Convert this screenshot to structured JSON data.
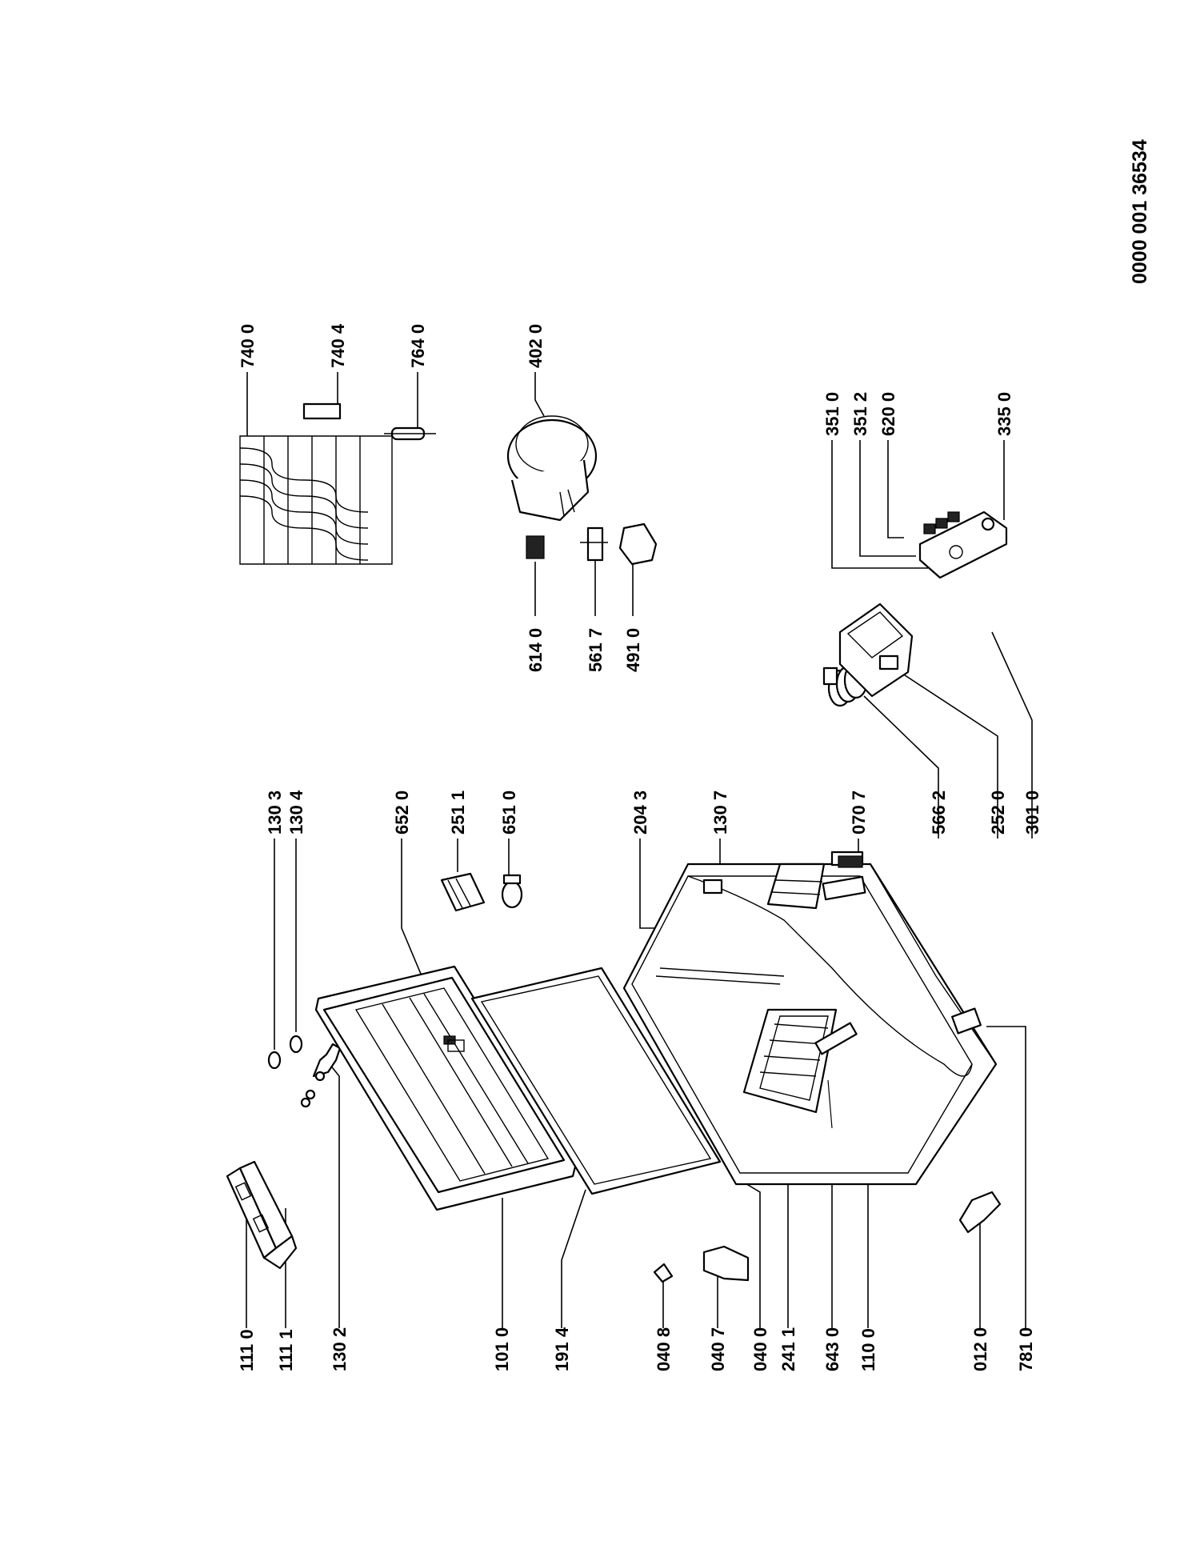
{
  "document_id": "0000 001 36534",
  "parts": [
    {
      "id": "p1110",
      "label": "111 0"
    },
    {
      "id": "p1111",
      "label": "111 1"
    },
    {
      "id": "p1302",
      "label": "130 2"
    },
    {
      "id": "p1010",
      "label": "101 0"
    },
    {
      "id": "p1914",
      "label": "191 4"
    },
    {
      "id": "p0408",
      "label": "040 8"
    },
    {
      "id": "p0407",
      "label": "040 7"
    },
    {
      "id": "p0400",
      "label": "040 0"
    },
    {
      "id": "p2411",
      "label": "241 1"
    },
    {
      "id": "p6430",
      "label": "643 0"
    },
    {
      "id": "p1100",
      "label": "110 0"
    },
    {
      "id": "p0120",
      "label": "012 0"
    },
    {
      "id": "p7810",
      "label": "781 0"
    },
    {
      "id": "p1303",
      "label": "130 3"
    },
    {
      "id": "p1304",
      "label": "130 4"
    },
    {
      "id": "p6520",
      "label": "652 0"
    },
    {
      "id": "p2511",
      "label": "251 1"
    },
    {
      "id": "p6510",
      "label": "651 0"
    },
    {
      "id": "p2043",
      "label": "204 3"
    },
    {
      "id": "p1307",
      "label": "130 7"
    },
    {
      "id": "p0707",
      "label": "070 7"
    },
    {
      "id": "p5662",
      "label": "566 2"
    },
    {
      "id": "p2520",
      "label": "252 0"
    },
    {
      "id": "p3010",
      "label": "301 0"
    },
    {
      "id": "p6140",
      "label": "614 0"
    },
    {
      "id": "p5617",
      "label": "561 7"
    },
    {
      "id": "p4910",
      "label": "491 0"
    },
    {
      "id": "p7400",
      "label": "740 0"
    },
    {
      "id": "p7404",
      "label": "740 4"
    },
    {
      "id": "p7640",
      "label": "764 0"
    },
    {
      "id": "p4020",
      "label": "402 0"
    },
    {
      "id": "p3510",
      "label": "351 0"
    },
    {
      "id": "p3512",
      "label": "351 2"
    },
    {
      "id": "p6200",
      "label": "620 0"
    },
    {
      "id": "p3350",
      "label": "335 0"
    }
  ]
}
